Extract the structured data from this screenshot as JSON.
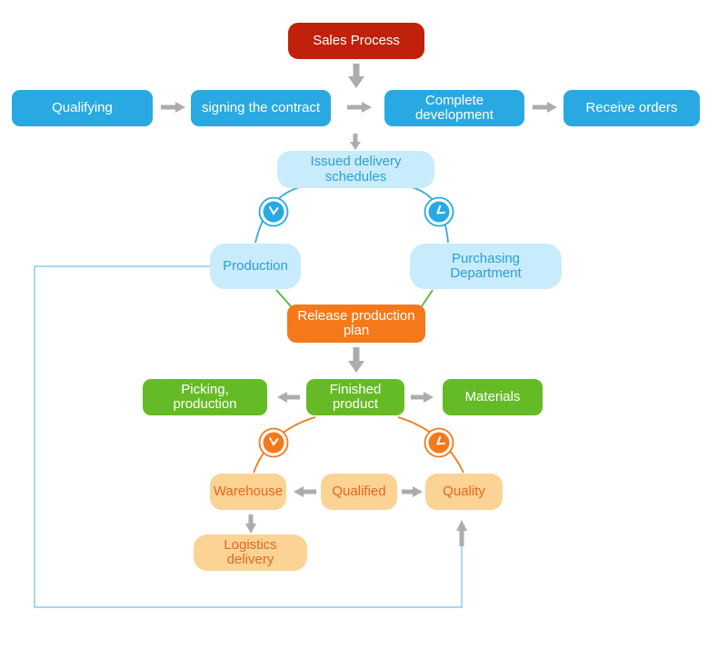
{
  "diagram": {
    "title": "Sales Process flowchart",
    "nodes": {
      "sales_process": "Sales Process",
      "qualifying": "Qualifying",
      "signing": "signing the contract",
      "complete_dev": "Complete development",
      "receive_orders": "Receive orders",
      "issued": "Issued delivery schedules",
      "production": "Production",
      "purchasing": "Purchasing Department",
      "release_plan": "Release production plan",
      "picking": "Picking, production",
      "finished": "Finished product",
      "materials": "Materials",
      "warehouse": "Warehouse",
      "qualified": "Qualified",
      "quality": "Quality",
      "logistics": "Logistics delivery"
    },
    "icons": {
      "wait_blue_left": "clock-icon",
      "wait_blue_right": "clock-icon",
      "wait_orange_left": "clock-icon",
      "wait_orange_right": "clock-icon"
    },
    "colors": {
      "red": "#c1200b",
      "blue": "#29a9e1",
      "light_blue_fill": "#c8ecfb",
      "light_blue_text": "#2b9fd9",
      "blue_connector": "#3aa6de",
      "loop_line": "#a6d9f1",
      "green": "#65bb25",
      "green_connector": "#52b82e",
      "orange": "#f5791b",
      "light_orange_fill": "#fbd394",
      "light_orange_text": "#e8661a",
      "arrow_gray": "#acacac",
      "background": "#ffffff"
    }
  }
}
